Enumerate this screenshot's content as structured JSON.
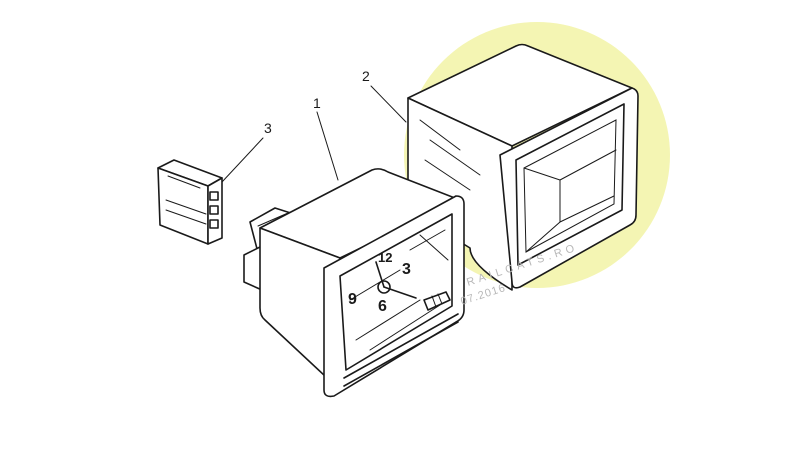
{
  "callouts": [
    {
      "label": "1"
    },
    {
      "label": "2"
    },
    {
      "label": "3"
    }
  ],
  "dial": {
    "numerals": [
      "12",
      "3",
      "6",
      "9"
    ]
  },
  "watermark": {
    "line1": "RAILCATS.RO",
    "line2": "07.2016"
  },
  "colors": {
    "highlight": "#f4f5b3",
    "line": "#1a1a1a",
    "watermark": "#b8b8b8"
  }
}
